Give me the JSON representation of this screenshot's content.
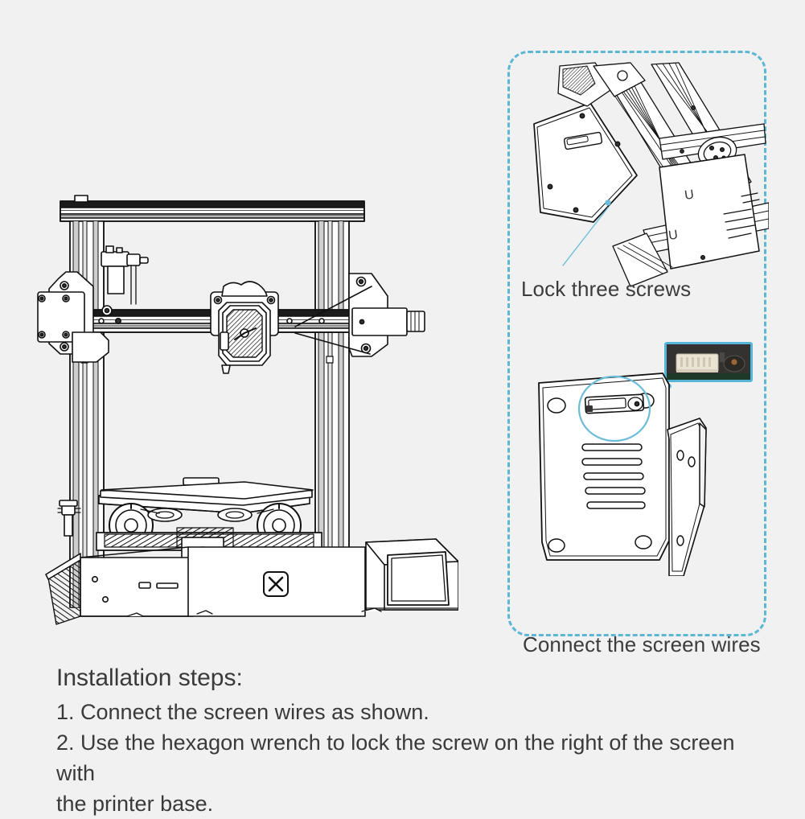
{
  "background_color": "#f1f1f1",
  "accent_color": "#5cb6d4",
  "line_color": "#1c1c1c",
  "text_color": "#3a3a3a",
  "main_figure": {
    "name": "3d-printer-line-drawing",
    "description": "Line-art front view of a cartesian FDM 3D printer with gantry, extruder carriage, heated bed, base and attached LCD screen module"
  },
  "panel": {
    "border_style": "dashed",
    "border_color": "#5cb6d4",
    "figures": [
      {
        "id": "lock-screws",
        "caption": "Lock three screws",
        "description": "Underside view of printer base showing the screen module being attached with three screws"
      },
      {
        "id": "connect-wires",
        "caption": "Connect the screen wires",
        "description": "Back of the LCD screen housing with the ribbon connector socket highlighted and a photo close-up inset"
      }
    ],
    "inset": {
      "id": "connector-closeup",
      "description": "Close-up photo of a white JST ribbon connector on a green PCB",
      "connector_color": "#e8e2d2",
      "pcb_color": "#1d3a26",
      "body_color": "#2e2c2a"
    }
  },
  "instructions": {
    "title": "Installation steps:",
    "lines": [
      "1. Connect the screen wires as shown.",
      "2. Use the hexagon wrench to lock the screw on the right of the screen with",
      "the printer base."
    ]
  }
}
